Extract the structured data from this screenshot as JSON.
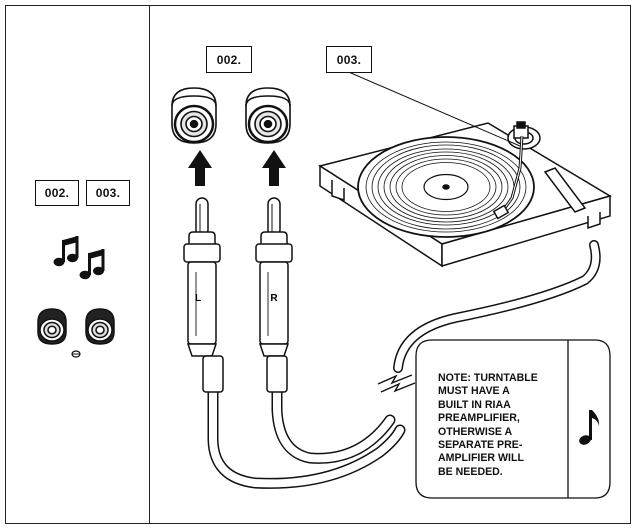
{
  "sidebar": {
    "labels": [
      "002.",
      "003."
    ]
  },
  "main": {
    "top_labels": [
      "002.",
      "003."
    ],
    "plug_left_letter": "L",
    "plug_right_letter": "R",
    "note_lines": [
      "NOTE: TURNTABLE",
      "MUST HAVE A",
      "BUILT IN RIAA",
      "PREAMPLIFIER,",
      "OTHERWISE A",
      "SEPARATE PRE-",
      "AMPLIFIER WILL",
      "BE NEEDED."
    ]
  },
  "icons": {
    "sidebar_music": "beamed-eighth-notes-icon",
    "note_music": "eighth-note-icon",
    "arrows": "up-arrow-icon",
    "jacks": "rca-jack-icon",
    "turntable": "turntable-icon"
  },
  "colors": {
    "line": "#111111",
    "fill": "#ffffff",
    "grey": "#d9d9d9",
    "dark": "#111111"
  }
}
